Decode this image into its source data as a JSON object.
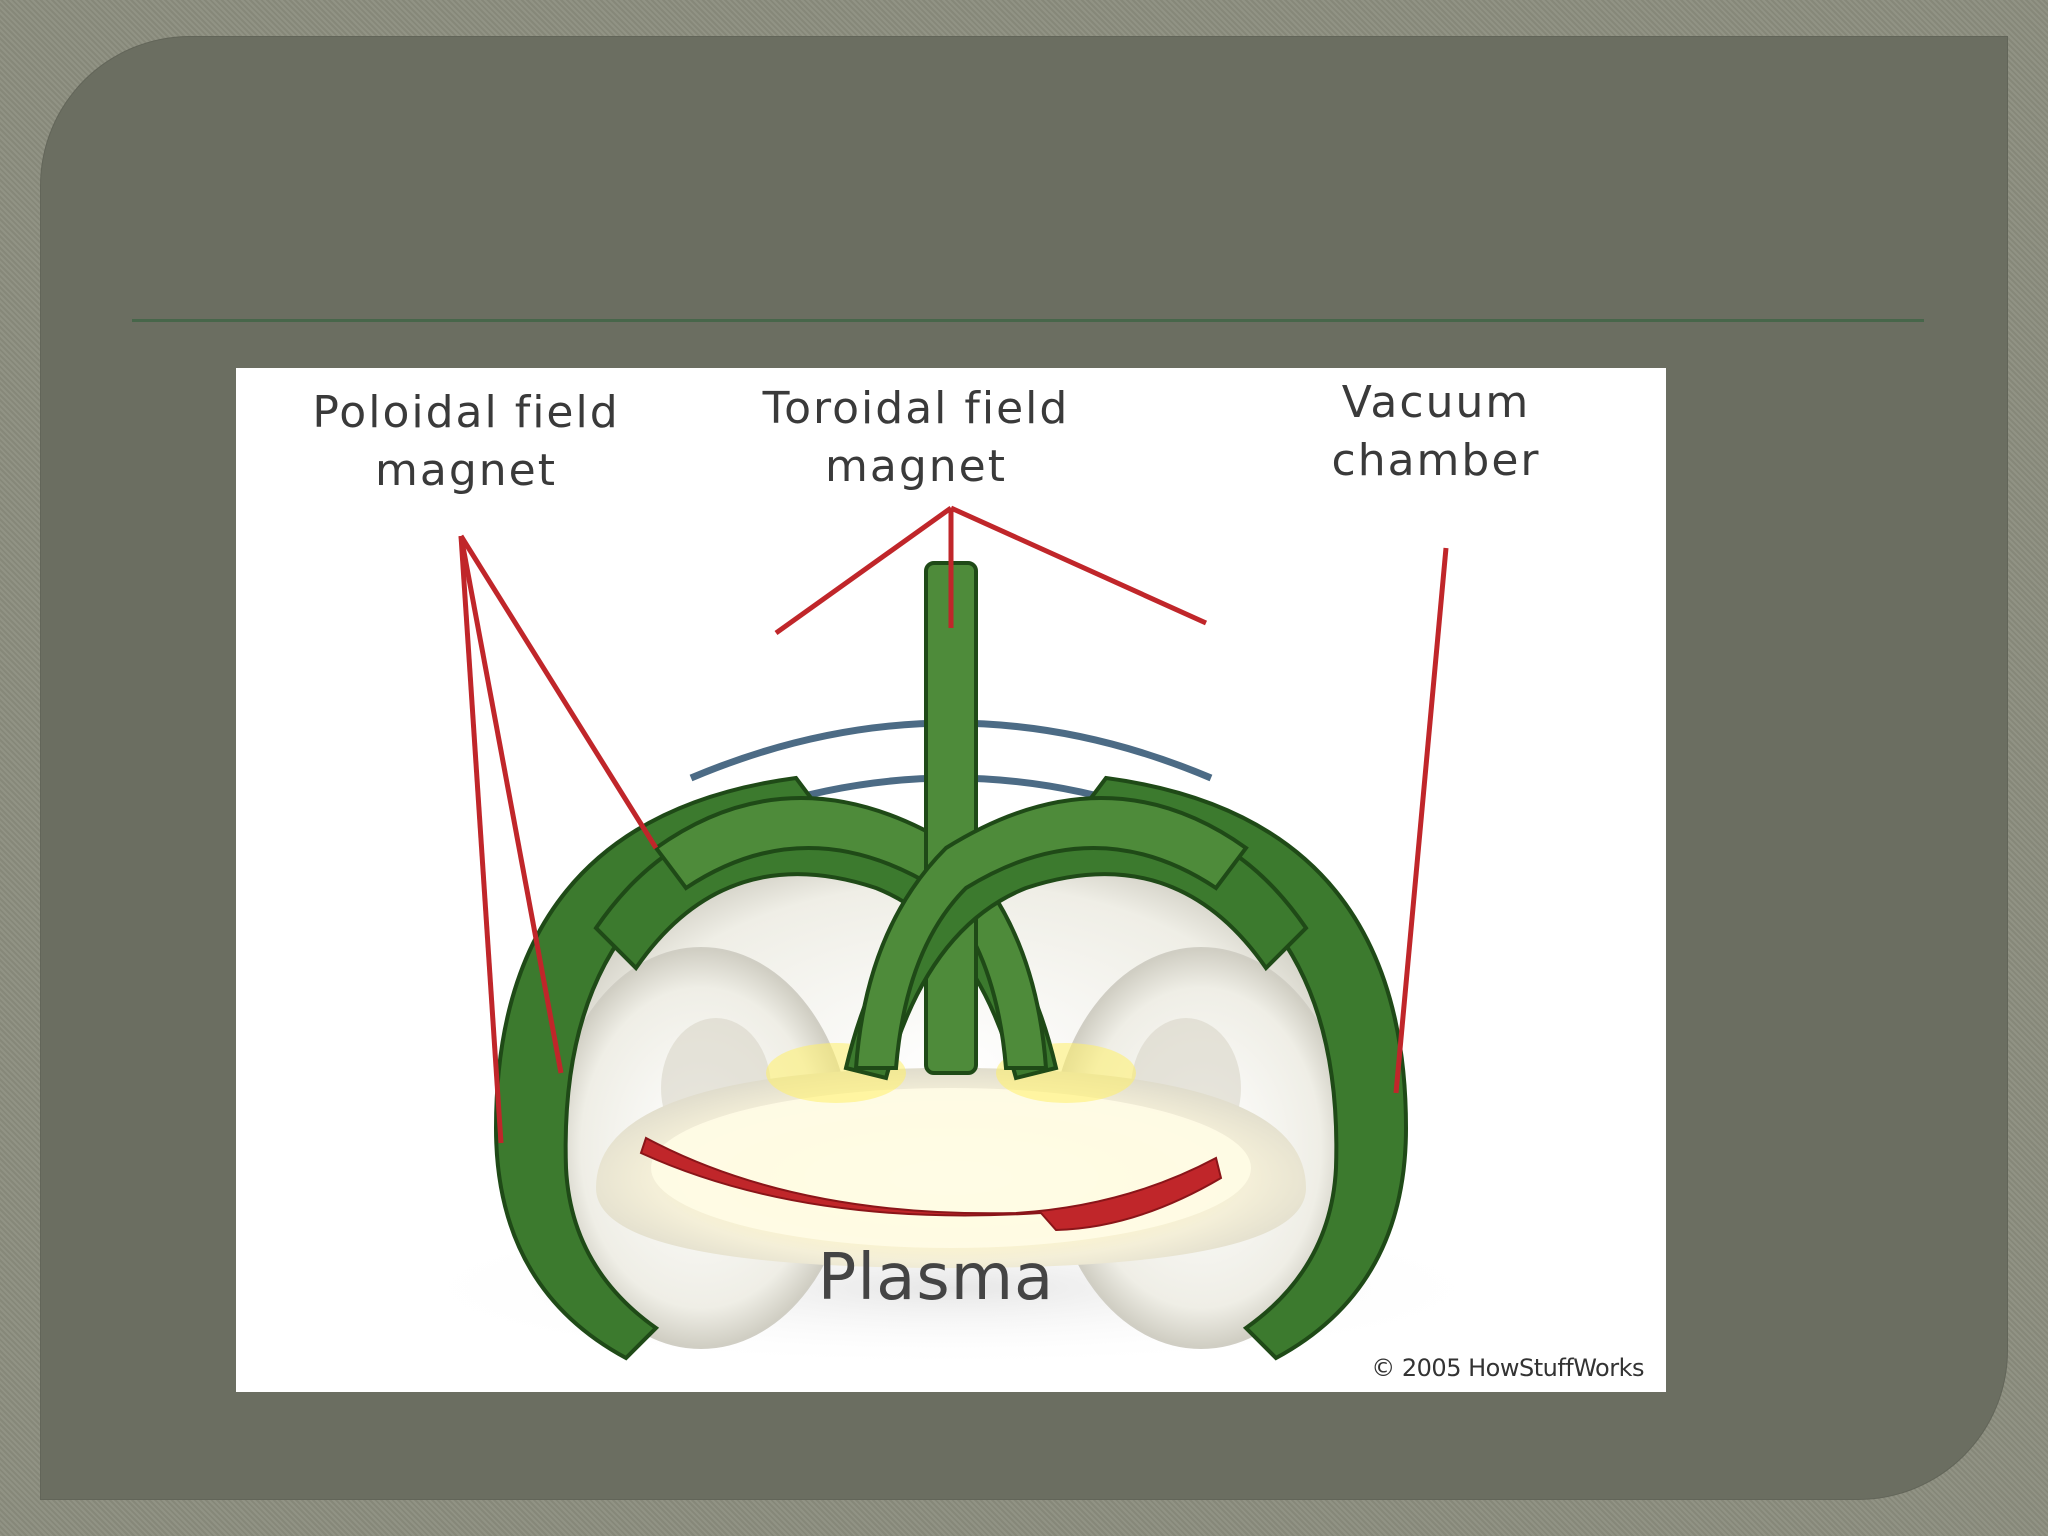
{
  "labels": {
    "poloidal": "Poloidal field\nmagnet",
    "toroidal": "Toroidal field\nmagnet",
    "vacuum": "Vacuum\nchamber",
    "plasma": "Plasma"
  },
  "copyright": "© 2005 HowStuffWorks",
  "colors": {
    "slide_bg": "#6b6e61",
    "outer_bg": "#8b8d7e",
    "rule": "#47664a",
    "coil_green": "#3c7a2e",
    "coil_dark": "#1f4a17",
    "pointer_red": "#c0262a",
    "vessel_blue": "#4c6b85",
    "plasma_glow": "#fff7c0"
  }
}
